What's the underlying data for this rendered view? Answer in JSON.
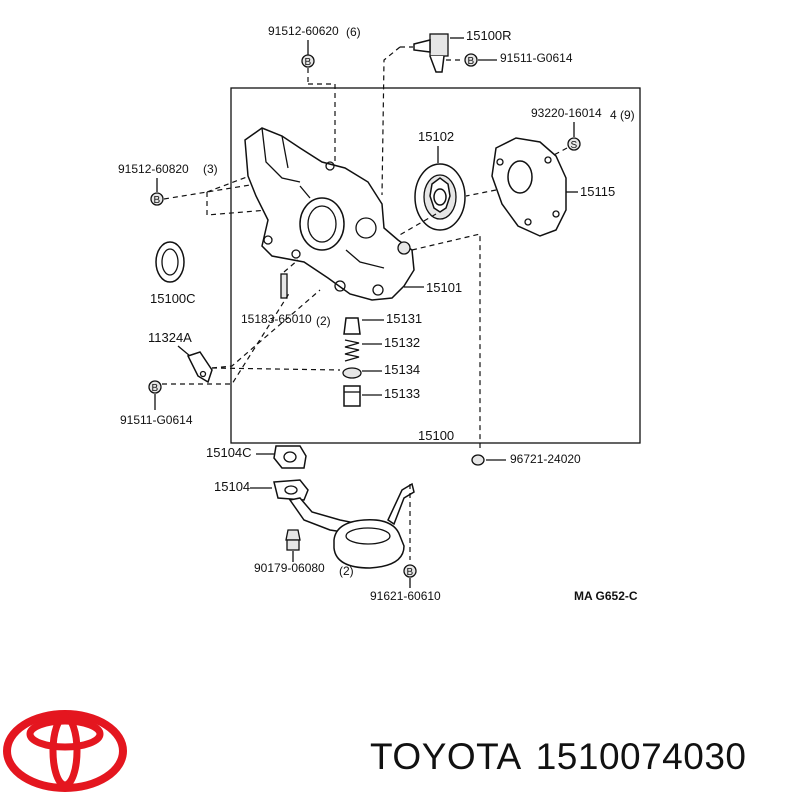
{
  "diagram": {
    "labels": {
      "p91512_60620": "91512-60620",
      "p91512_60620_qty": "(6)",
      "p15100R": "15100R",
      "p91511_G0614_top": "91511-G0614",
      "p93220_16014": "93220-16014",
      "p93220_qty": "4 (9)",
      "p15102": "15102",
      "p91512_60820": "91512-60820",
      "p91512_60820_qty": "(3)",
      "p15115": "15115",
      "p15100C": "15100C",
      "p15101": "15101",
      "p15183_65010": "15183-65010",
      "p15131_qty": "(2)",
      "p15131": "15131",
      "p11324A": "11324A",
      "p15132": "15132",
      "p15134": "15134",
      "p15133": "15133",
      "p91511_G0614_bottom": "91511-G0614",
      "p15100": "15100",
      "p15104C": "15104C",
      "p96721_24020": "96721-24020",
      "p15104": "15104",
      "p90179_06080": "90179-06080",
      "p90179_qty": "(2)",
      "p91621_60610": "91621-60610",
      "diagram_code": "MA  G652-C"
    },
    "bolt_letters": {
      "b": "B",
      "s": "S"
    }
  },
  "brand": {
    "name": "TOYOTA",
    "part_number": "1510074030",
    "logo_color": "#e4161f"
  }
}
